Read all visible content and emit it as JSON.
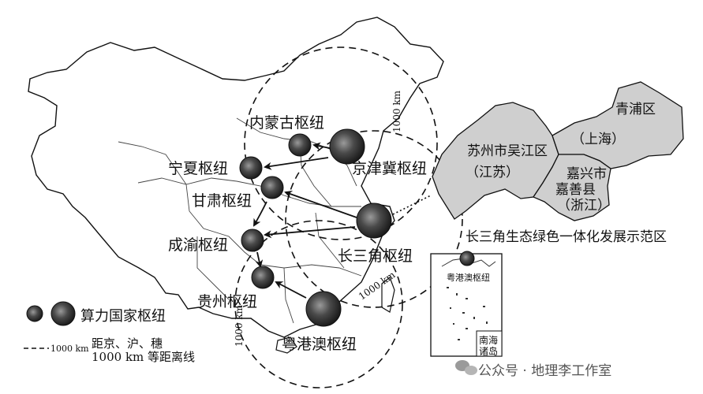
{
  "hubs": {
    "neimenggu": "内蒙古枢纽",
    "ningxia": "宁夏枢纽",
    "jingjinji": "京津冀枢纽",
    "gansu": "甘肃枢纽",
    "chengyu": "成渝枢纽",
    "changsanjiao": "长三角枢纽",
    "guizhou": "贵州枢纽",
    "yuegangao": "粤港澳枢纽"
  },
  "distance_labels": {
    "north": "1000 km",
    "southeast": "1000 km",
    "southwest": "1000 km"
  },
  "inset_yrd": {
    "wujiang": "苏州市吴江区",
    "jiangsu": "（江苏）",
    "qingpu": "青浦区",
    "shanghai": "（上海）",
    "jiashan_city": "嘉兴市",
    "jiashan_county": "嘉善县",
    "zhejiang": "（浙江）",
    "caption": "长三角生态绿色一体化发展示范区"
  },
  "inset_south_sea": {
    "hub_label": "粤港澳枢纽",
    "box_label_line1": "南海",
    "box_label_line2": "诸岛"
  },
  "legend": {
    "hub_label": "算力国家枢纽",
    "line_unit": "1000 km",
    "line_label_line1": "距京、沪、穗",
    "line_label_line2": "1000 km 等距离线"
  },
  "watermark": "公众号 · 地理李工作室",
  "colors": {
    "yrd_fill": "#cfcfcf",
    "hub_dark": "#2a2a2a"
  }
}
